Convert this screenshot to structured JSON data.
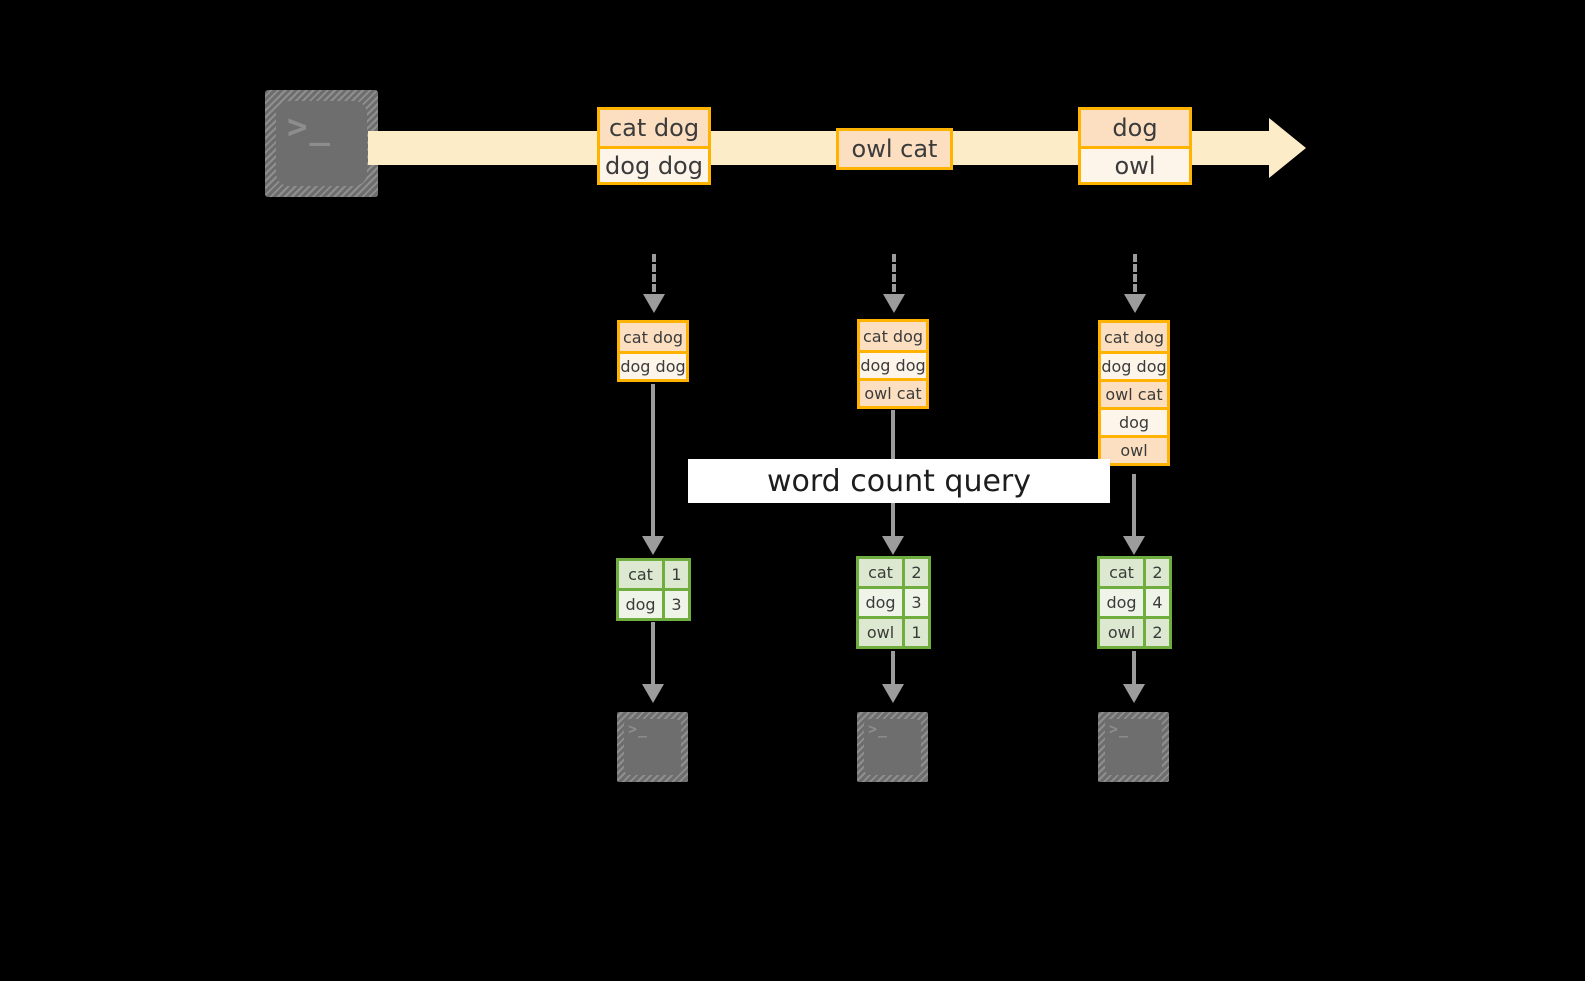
{
  "diagram": {
    "title_label": "word count query",
    "source": {
      "icon": "terminal-icon",
      "glyph": ">_"
    },
    "stream": {
      "messages": [
        {
          "lines": [
            "cat dog",
            "dog dog"
          ]
        },
        {
          "lines": [
            "owl cat"
          ]
        },
        {
          "lines": [
            "dog",
            "owl"
          ]
        }
      ]
    },
    "snapshots": [
      {
        "lines": [
          "cat dog",
          "dog dog"
        ]
      },
      {
        "lines": [
          "cat dog",
          "dog dog",
          "owl cat"
        ]
      },
      {
        "lines": [
          "cat dog",
          "dog dog",
          "owl cat",
          "dog",
          "owl"
        ]
      }
    ],
    "results": [
      {
        "rows": [
          {
            "word": "cat",
            "count": "1"
          },
          {
            "word": "dog",
            "count": "3"
          }
        ]
      },
      {
        "rows": [
          {
            "word": "cat",
            "count": "2"
          },
          {
            "word": "dog",
            "count": "3"
          },
          {
            "word": "owl",
            "count": "1"
          }
        ]
      },
      {
        "rows": [
          {
            "word": "cat",
            "count": "2"
          },
          {
            "word": "dog",
            "count": "4"
          },
          {
            "word": "owl",
            "count": "2"
          }
        ]
      }
    ],
    "sinks": [
      {
        "icon": "terminal-icon",
        "glyph": ">_"
      },
      {
        "icon": "terminal-icon",
        "glyph": ">_"
      },
      {
        "icon": "terminal-icon",
        "glyph": ">_"
      }
    ],
    "colors": {
      "background": "#000000",
      "stream_band": "#fdecc8",
      "message_border": "#ffb300",
      "message_fill_peach": "#fbdfc0",
      "message_fill_cream": "#fdf4ea",
      "table_border": "#6fad3f",
      "table_fill_dark": "#dde8d0",
      "table_fill_light": "#eff4e9",
      "connector": "#9c9c9c",
      "terminal_gray": "#6e6e6e",
      "label_background": "#ffffff"
    }
  }
}
